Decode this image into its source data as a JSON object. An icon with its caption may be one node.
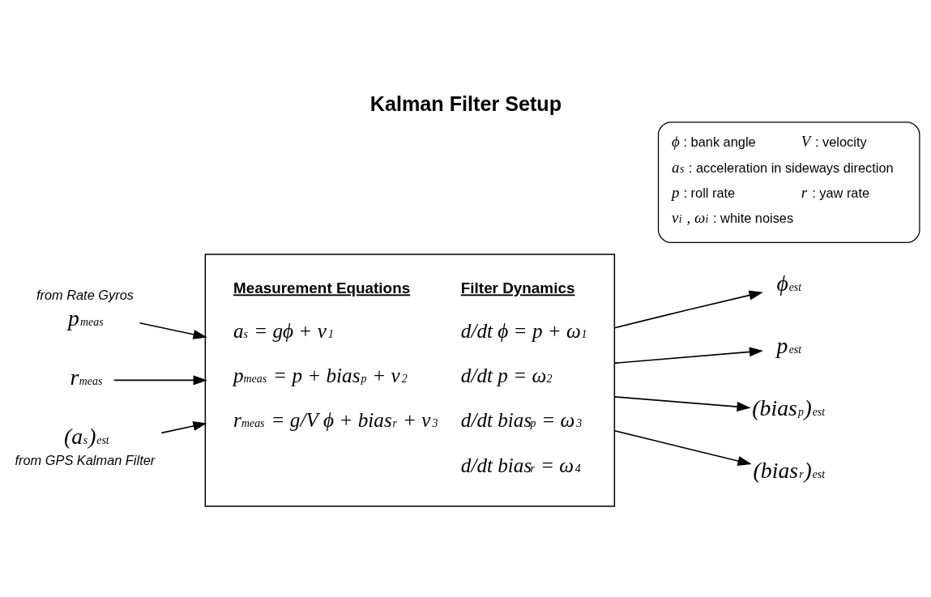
{
  "diagram": {
    "title": "Kalman Filter Setup",
    "nodes": [
      {
        "text": [
          "Measurement Equations",
          "Filter Dynamics",
          "a$_{s}$ = gϕ + ν$_{1}$",
          "d/dt ϕ = p + ω$_{1}$",
          "p$_{meas}$ = p + bias$_{p}$ + ν$_{2}$",
          "d/dt p = ω$_{2}$",
          "r$_{meas}$ = g/V ϕ + bias$_{r}$ + ν$_{3}$",
          "d/dt bias$_{p}$ = ω$_{3}$",
          "d/dt bias$_{r}$ = ω$_{4}$"
        ]
      },
      {
        "text": [
          "p$_{meas}$"
        ],
        "beside": [
          "from Rate Gyros"
        ]
      },
      {
        "text": [
          "r$_{meas}$"
        ]
      },
      {
        "text": [
          "(a$_{s}$)$_{est}$"
        ],
        "beside": [
          "from GPS Kalman Filter"
        ]
      },
      {
        "text": [
          "ϕ$_{est}$"
        ]
      },
      {
        "text": [
          "p$_{est}$"
        ]
      },
      {
        "text": [
          "(bias$_{p}$)$_{est}$"
        ]
      },
      {
        "text": [
          "(bias$_{r}$)$_{est}$"
        ]
      },
      {
        "text": [
          "ϕ : bank angle",
          "V : velocity",
          "a$_{s}$ : acceleration in sideways direction",
          "p : roll rate",
          "r : yaw rate",
          "ν$_{i}$ , ω$_{i}$ : white noises"
        ]
      }
    ],
    "edges": [
      {
        "from": 1,
        "to": 0,
        "arrow": "to"
      },
      {
        "from": 2,
        "to": 0,
        "arrow": "to"
      },
      {
        "from": 3,
        "to": 0,
        "arrow": "to"
      },
      {
        "from": 0,
        "to": 4,
        "arrow": "to"
      },
      {
        "from": 0,
        "to": 5,
        "arrow": "to"
      },
      {
        "from": 0,
        "to": 6,
        "arrow": "to"
      },
      {
        "from": 0,
        "to": 7,
        "arrow": "to"
      }
    ]
  }
}
